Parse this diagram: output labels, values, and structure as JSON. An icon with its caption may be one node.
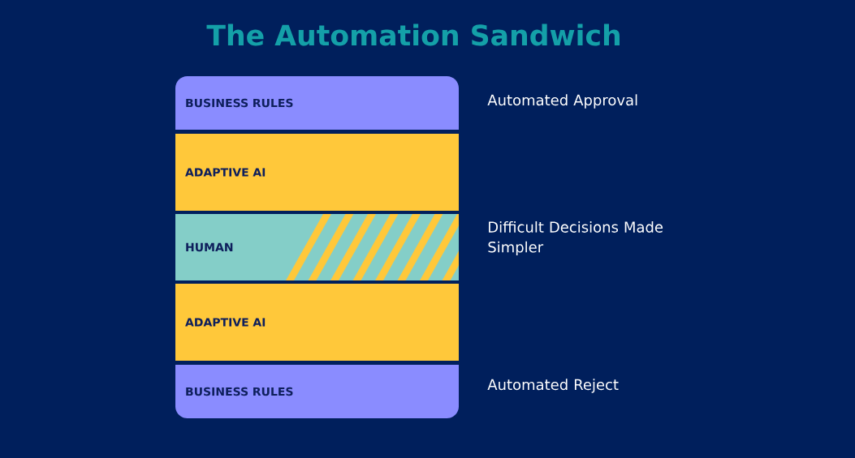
{
  "diagram": {
    "title": "The Automation Sandwich",
    "nodes": [
      {
        "text": [
          "BUSINESS RULES"
        ]
      },
      {
        "text": [
          "ADAPTIVE AI"
        ]
      },
      {
        "text": [
          "HUMAN"
        ]
      },
      {
        "text": [
          "ADAPTIVE AI"
        ]
      },
      {
        "text": [
          "BUSINESS RULES"
        ]
      }
    ],
    "labels": [
      "Automated Approval",
      "Difficult Decisions Made Simpler",
      "Automated Reject"
    ]
  }
}
